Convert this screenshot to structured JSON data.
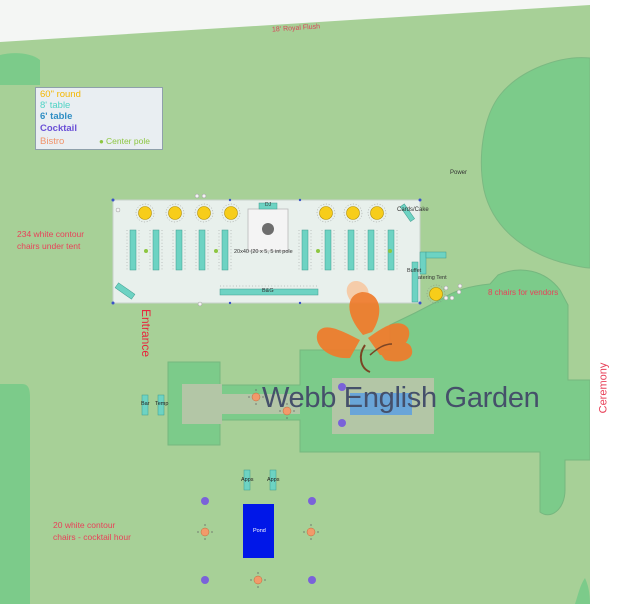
{
  "title": "Webb English Garden",
  "colors": {
    "lawn": "#a7d097",
    "hedge": "#7ccb8a",
    "tent": "#e8f0ec",
    "table8": "#6dd3c3",
    "round60": "#f7cd1a",
    "cocktail": "#7a62d9",
    "bistro": "#f29a6a",
    "pole": "#8dc641",
    "pond": "#0017e8",
    "annotation": "#e8425a",
    "logo": "#f07b2b"
  },
  "labels": {
    "royal_flush": "18' Royal Flush",
    "power": "Power",
    "cards_cake": "Cards/Cake",
    "tent": "20x40 (20 x 5, 5 int pole",
    "dj": "DJ",
    "bg": "B&G",
    "buffet": "Buffet",
    "catering_tent": "atering Tent",
    "tent_chairs": [
      "234 white contour",
      "chairs under tent"
    ],
    "vendor_chairs": "8 chairs for vendors",
    "entrance": "Entrance",
    "ceremony": "Ceremony",
    "bar": "Bar",
    "temp": "Temp",
    "apps_1": "Apps",
    "apps_2": "Apps",
    "pond": "Pond",
    "cocktail_chairs": [
      "20 white contour",
      "chairs - cocktail hour"
    ]
  },
  "legend": {
    "round60": "60\" round",
    "table8": "8' table",
    "table6": "6' table",
    "cocktail": "Cocktail",
    "bistro": "Bistro",
    "center_pole": "Center pole"
  }
}
